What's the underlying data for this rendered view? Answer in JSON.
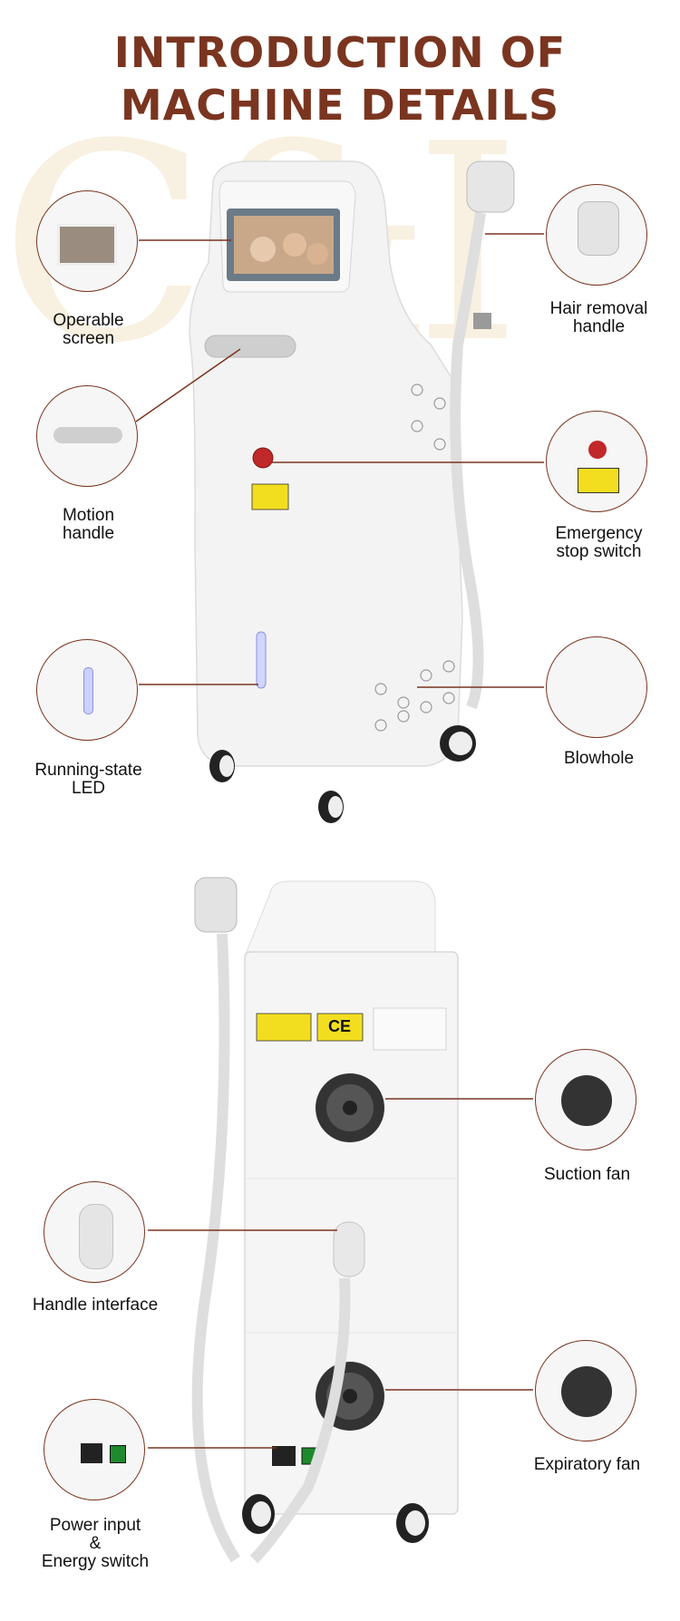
{
  "title_line1": "INTRODUCTION OF",
  "title_line2": "MACHINE DETAILS",
  "watermark": "C&I",
  "front": {
    "labels": {
      "operable_screen": [
        "Operable",
        "screen"
      ],
      "motion_handle": [
        "Motion",
        "handle"
      ],
      "running_led": [
        "Running-state",
        "LED"
      ],
      "hair_handle": [
        "Hair removal",
        "handle"
      ],
      "emergency": [
        "Emergency",
        "stop switch"
      ],
      "blowhole": "Blowhole"
    }
  },
  "back": {
    "labels": {
      "suction_fan": "Suction fan",
      "handle_interface": "Handle interface",
      "expiratory_fan": "Expiratory fan",
      "power": [
        "Power input",
        "&",
        "Energy switch"
      ]
    },
    "ce_mark": "CE"
  },
  "colors": {
    "title": "#7a3520",
    "line": "#7a3520",
    "watermark": "#f6ecd6"
  }
}
